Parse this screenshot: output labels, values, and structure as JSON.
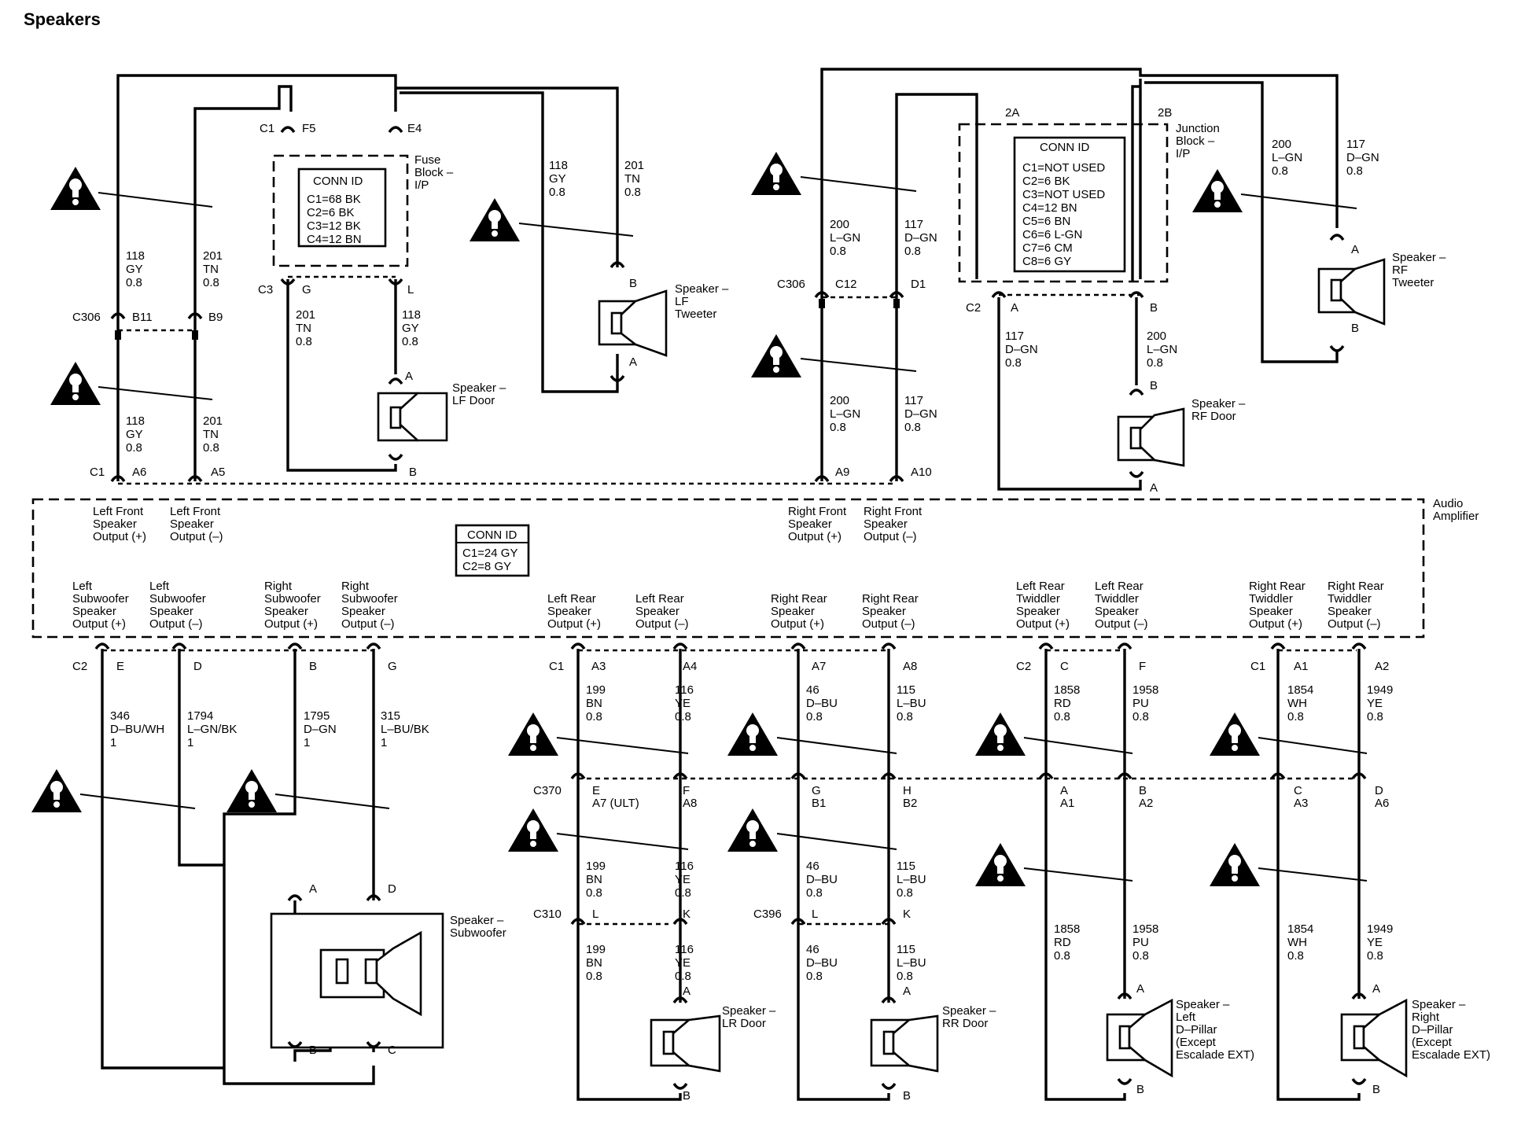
{
  "title": "Speakers",
  "labels": {
    "c1": "C1",
    "c2": "C2",
    "c3": "C3",
    "c306": "C306",
    "c370": "C370",
    "c310": "C310",
    "c396": "C396",
    "f5": "F5",
    "e4": "E4",
    "g": "G",
    "l": "L",
    "b11": "B11",
    "b9": "B9",
    "a6": "A6",
    "a5": "A5",
    "a9": "A9",
    "a10": "A10",
    "c12": "C12",
    "d1": "D1",
    "a": "A",
    "b": "B",
    "c": "C",
    "d": "D",
    "e": "E",
    "f": "F",
    "h": "H",
    "k": "K",
    "ja2": "2A",
    "jb2": "2B",
    "a3": "A3",
    "a4": "A4",
    "a7": "A7",
    "a8": "A8",
    "a1": "A1",
    "a2": "A2",
    "a7ult": "A7 (ULT)",
    "b1": "B1",
    "b2": "B2",
    "fuse_block": [
      "Fuse",
      "Block –",
      "I/P"
    ],
    "junction_block": [
      "Junction",
      "Block –",
      "I/P"
    ],
    "audio_amp": [
      "Audio",
      "Amplifier"
    ]
  },
  "fuse_conn": [
    "CONN ID",
    "C1=68 BK",
    "C2=6 BK",
    "C3=12 BK",
    "C4=12 BN"
  ],
  "junction_conn": [
    "CONN ID",
    "C1=NOT USED",
    "C2=6 BK",
    "C3=NOT USED",
    "C4=12 BN",
    "C5=6 BN",
    "C6=6 L-GN",
    "C7=6 CM",
    "C8=6 GY"
  ],
  "amp_conn": [
    "CONN ID",
    "C1=24 GY",
    "C2=8 GY"
  ],
  "wires": {
    "w118": [
      "118",
      "GY",
      "0.8"
    ],
    "w201": [
      "201",
      "TN",
      "0.8"
    ],
    "w200": [
      "200",
      "L–GN",
      "0.8"
    ],
    "w117": [
      "117",
      "D–GN",
      "0.8"
    ],
    "w200b": [
      "200",
      "L–GN",
      "0.8"
    ],
    "w117b": [
      "117",
      "D–GN",
      "0.8"
    ],
    "w346": [
      "346",
      "D–BU/WH",
      "1"
    ],
    "w1794": [
      "1794",
      "L–GN/BK",
      "1"
    ],
    "w1795": [
      "1795",
      "D–GN",
      "1"
    ],
    "w315": [
      "315",
      "L–BU/BK",
      "1"
    ],
    "w199": [
      "199",
      "BN",
      "0.8"
    ],
    "w116": [
      "116",
      "YE",
      "0.8"
    ],
    "w46": [
      "46",
      "D–BU",
      "0.8"
    ],
    "w115": [
      "115",
      "L–BU",
      "0.8"
    ],
    "w1858": [
      "1858",
      "RD",
      "0.8"
    ],
    "w1958": [
      "1958",
      "PU",
      "0.8"
    ],
    "w1854": [
      "1854",
      "WH",
      "0.8"
    ],
    "w1949": [
      "1949",
      "YE",
      "0.8"
    ]
  },
  "outputs": {
    "lf_pos": [
      "Left Front",
      "Speaker",
      "Output (+)"
    ],
    "lf_neg": [
      "Left Front",
      "Speaker",
      "Output (–)"
    ],
    "rf_pos": [
      "Right Front",
      "Speaker",
      "Output (+)"
    ],
    "rf_neg": [
      "Right Front",
      "Speaker",
      "Output (–)"
    ],
    "lsub_pos": [
      "Left",
      "Subwoofer",
      "Speaker",
      "Output (+)"
    ],
    "lsub_neg": [
      "Left",
      "Subwoofer",
      "Speaker",
      "Output (–)"
    ],
    "rsub_pos": [
      "Right",
      "Subwoofer",
      "Speaker",
      "Output (+)"
    ],
    "rsub_neg": [
      "Right",
      "Subwoofer",
      "Speaker",
      "Output (–)"
    ],
    "lr_pos": [
      "Left Rear",
      "Speaker",
      "Output (+)"
    ],
    "lr_neg": [
      "Left Rear",
      "Speaker",
      "Output (–)"
    ],
    "rr_pos": [
      "Right Rear",
      "Speaker",
      "Output (+)"
    ],
    "rr_neg": [
      "Right Rear",
      "Speaker",
      "Output (–)"
    ],
    "ltw_pos": [
      "Left Rear",
      "Twiddler",
      "Speaker",
      "Output (+)"
    ],
    "ltw_neg": [
      "Left Rear",
      "Twiddler",
      "Speaker",
      "Output (–)"
    ],
    "rtw_pos": [
      "Right Rear",
      "Twiddler",
      "Speaker",
      "Output (+)"
    ],
    "rtw_neg": [
      "Right Rear",
      "Twiddler",
      "Speaker",
      "Output (–)"
    ]
  },
  "speakers": {
    "lf_door": [
      "Speaker –",
      "LF Door"
    ],
    "lf_tweeter": [
      "Speaker –",
      "LF",
      "Tweeter"
    ],
    "rf_door": [
      "Speaker –",
      "RF Door"
    ],
    "rf_tweeter": [
      "Speaker –",
      "RF",
      "Tweeter"
    ],
    "subwoofer": [
      "Speaker –",
      "Subwoofer"
    ],
    "lr_door": [
      "Speaker –",
      "LR Door"
    ],
    "rr_door": [
      "Speaker –",
      "RR Door"
    ],
    "l_dpillar": [
      "Speaker –",
      "Left",
      "D–Pillar",
      "(Except",
      "Escalade EXT)"
    ],
    "r_dpillar": [
      "Speaker –",
      "Right",
      "D–Pillar",
      "(Except",
      "Escalade EXT)"
    ]
  }
}
